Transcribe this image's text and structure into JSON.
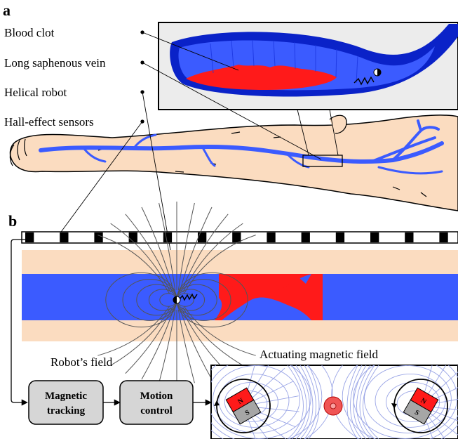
{
  "panel_a": {
    "letter": "a",
    "labels": [
      "Blood clot",
      "Long saphenous vein",
      "Helical robot",
      "Hall-effect sensors"
    ]
  },
  "panel_b": {
    "letter": "b",
    "robot_field_label": "Robot’s field",
    "actuating_label": "Actuating magnetic field",
    "tracking_lines": [
      "Magnetic",
      "tracking"
    ],
    "motion_lines": [
      "Motion",
      "control"
    ],
    "magnet_north": "N",
    "magnet_south": "S"
  },
  "colors": {
    "vein": "#3b5bff",
    "vein_dark": "#0a22c8",
    "clot": "#ff1a1a",
    "skin": "#fbdcc0",
    "box_fill": "#d6d6d6",
    "field_line": "#9aa5e6",
    "text": "#000000"
  }
}
